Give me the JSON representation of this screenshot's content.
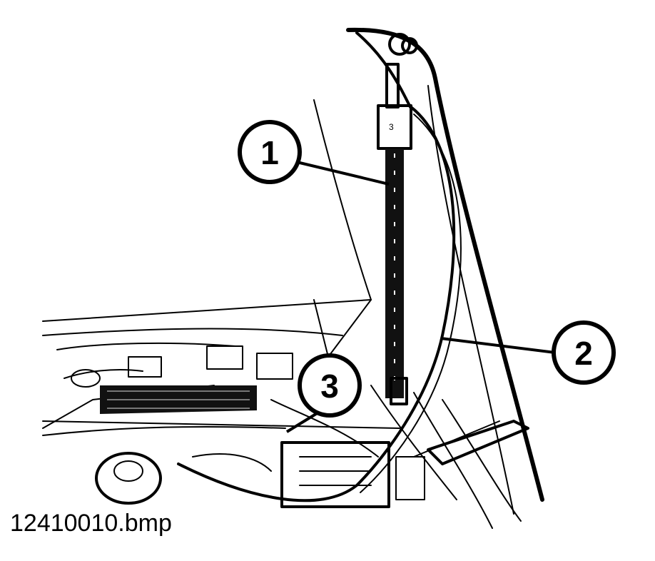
{
  "callouts": [
    {
      "number": "1"
    },
    {
      "number": "2"
    },
    {
      "number": "3"
    }
  ],
  "filename": "12410010.bmp",
  "colors": {
    "ink": "#000000",
    "background": "#ffffff"
  }
}
